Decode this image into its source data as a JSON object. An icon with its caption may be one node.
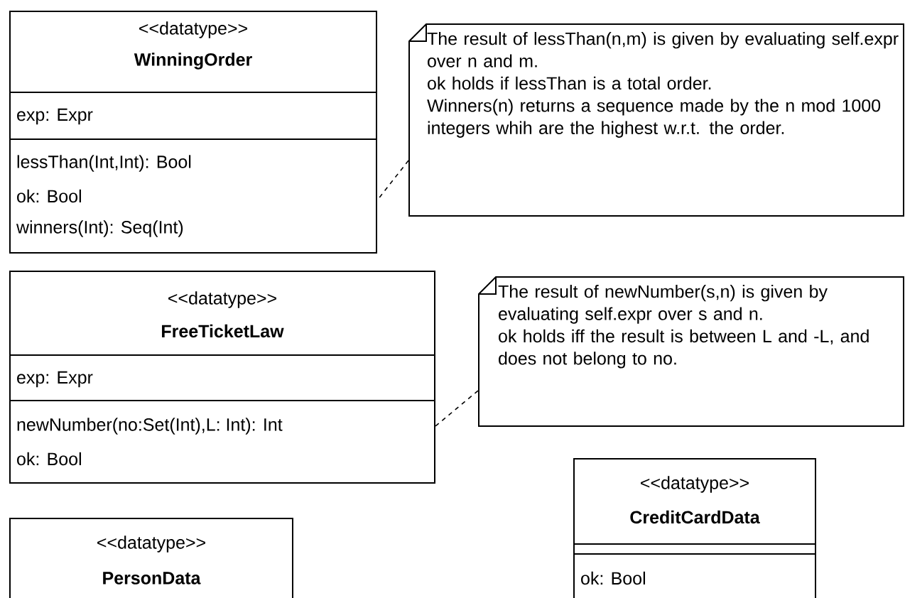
{
  "diagram": {
    "nodes": [
      {
        "text": [
          "<<datatype>>",
          "WinningOrder",
          "exp: Expr",
          "lessThan(Int,Int): Bool",
          "ok: Bool",
          "winners(Int): Seq(Int)"
        ]
      },
      {
        "text": [
          "The result of lessThan(n,m) is given by evaluating self.expr over n and m.",
          "ok holds if lessThan is a total order.",
          "Winners(n) returns a sequence made by the n mod 1000 integers whih are the highest w.r.t. the order."
        ]
      },
      {
        "text": [
          "<<datatype>>",
          "FreeTicketLaw",
          "exp: Expr",
          "newNumber(no:Set(Int),L: Int): Int",
          "ok: Bool"
        ]
      },
      {
        "text": [
          "The result of newNumber(s,n) is given by evaluating self.expr over s and n.",
          "ok holds iff the result is between L and -L, and does not belong to no."
        ]
      },
      {
        "text": [
          "<<datatype>>",
          "PersonData"
        ]
      },
      {
        "text": [
          "<<datatype>>",
          "CreditCardData",
          "ok: Bool"
        ]
      }
    ],
    "edges": [
      {
        "from": 1,
        "to": 0,
        "arrow": "none",
        "style": "dashed"
      },
      {
        "from": 3,
        "to": 2,
        "arrow": "none",
        "style": "dashed"
      }
    ]
  }
}
